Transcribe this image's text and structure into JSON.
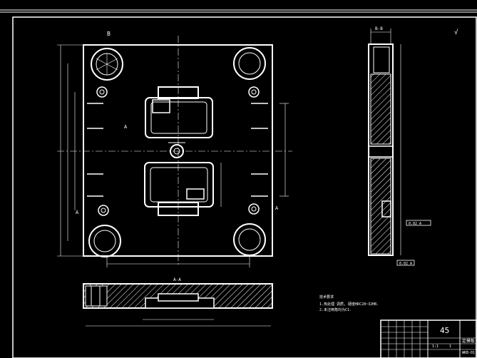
{
  "drawing": {
    "view_labels": {
      "main_view": "B",
      "bottom_view": "A-A",
      "side_view": "B-B",
      "section_a": "A",
      "section_b": "A",
      "section_c": "A"
    },
    "roughness_mark": "√",
    "notes": {
      "heading": "技术要求",
      "line1": "1.热处理 调质, 硬度HRC28~32HB.",
      "line2": "2.未注倒角均为C1."
    },
    "callouts": {
      "side_a": "0.02 A",
      "side_b": "0.02 A"
    },
    "title_block": {
      "material": "45",
      "part_name": "定模板",
      "drawing_no": "WKB-01",
      "scale": "1:1",
      "sheet": "1"
    }
  },
  "colors": {
    "background": "#000000",
    "lines": "#ffffff",
    "hatch": "#ffffff"
  }
}
